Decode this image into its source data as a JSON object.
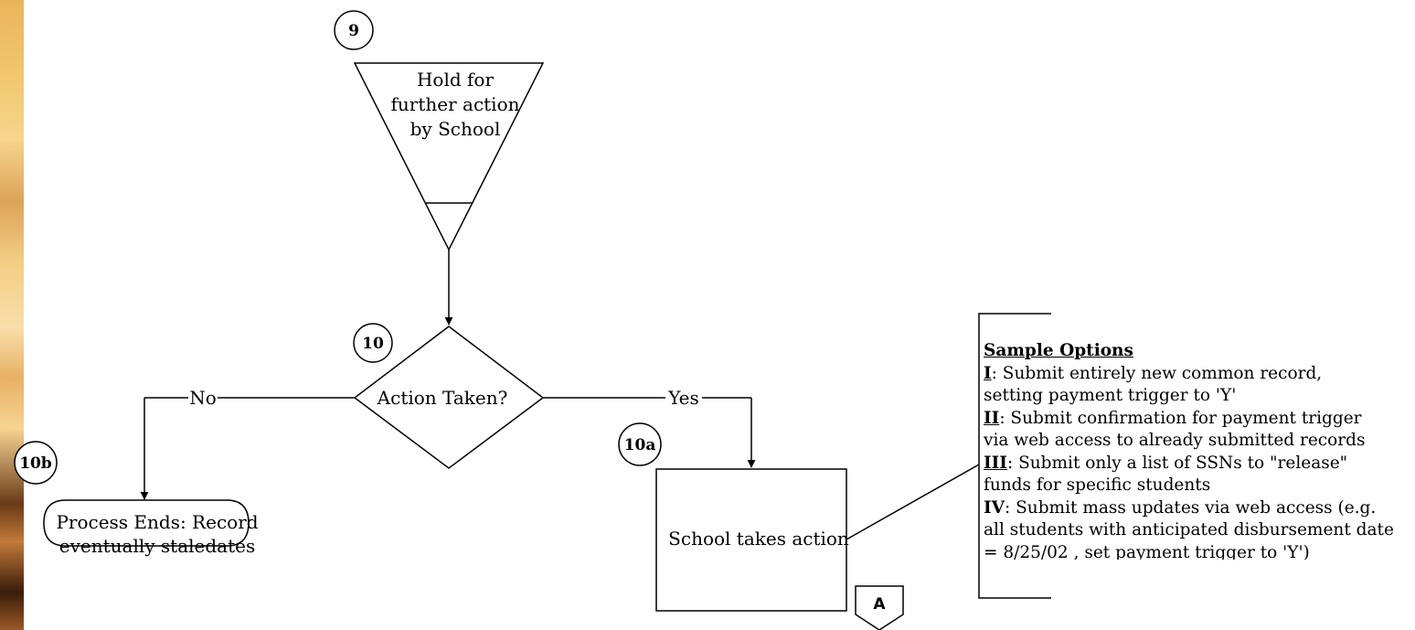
{
  "steps": {
    "s9": {
      "number": "9",
      "label_lines": [
        "Hold for",
        "further action",
        "by School"
      ]
    },
    "s10": {
      "number": "10",
      "label": "Action Taken?"
    },
    "s10a": {
      "number": "10a",
      "label": "School takes action"
    },
    "s10b": {
      "number": "10b",
      "label_lines": [
        "Process Ends:  Record",
        "eventually staledates"
      ]
    }
  },
  "branches": {
    "no": "No",
    "yes": "Yes"
  },
  "connector": {
    "label": "A"
  },
  "options": {
    "heading": "Sample Options",
    "items": [
      {
        "key": "I",
        "lines": [
          ": Submit entirely new common record,",
          "setting payment trigger to 'Y'"
        ]
      },
      {
        "key": "II",
        "lines": [
          ": Submit confirmation for payment trigger",
          "via web access to already submitted records"
        ]
      },
      {
        "key": "III",
        "lines": [
          ": Submit only a list of SSNs to \"release\"",
          "funds for specific students"
        ]
      },
      {
        "key": "IV",
        "lines": [
          ": Submit mass updates via web access (e.g.",
          "all students with anticipated disbursement date",
          "= 8/25/02 , set payment trigger to 'Y')"
        ]
      }
    ]
  }
}
